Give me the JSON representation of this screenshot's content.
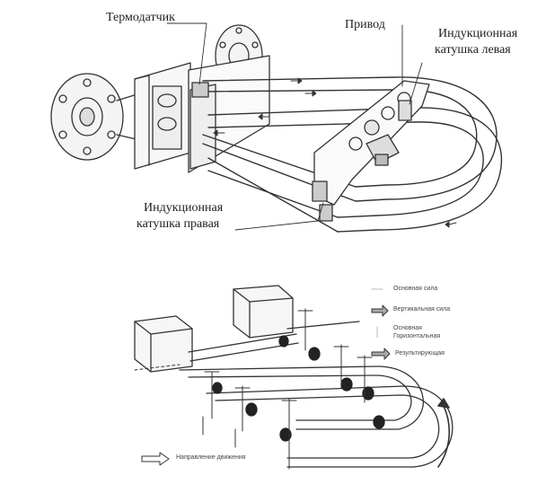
{
  "top_figure": {
    "labels": {
      "thermosensor": "Термодатчик",
      "drive": "Привод",
      "left_coil_line1": "Индукционная",
      "left_coil_line2": "катушка левая",
      "right_coil_line1": "Индукционная",
      "right_coil_line2": "катушка правая"
    }
  },
  "bottom_figure": {
    "legend": [
      {
        "text": "Основная сила"
      },
      {
        "text": "Вертикальная сила"
      },
      {
        "text": "Основная"
      },
      {
        "text": "Горизонтальная"
      },
      {
        "text": "Результирующая"
      }
    ],
    "direction_note": "Направление движения"
  }
}
